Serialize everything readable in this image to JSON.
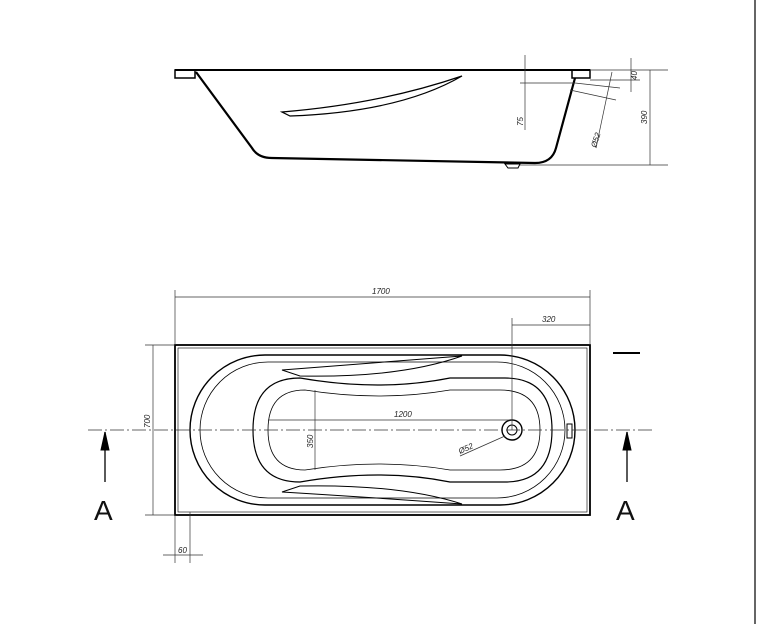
{
  "side_view": {
    "dimensions": {
      "rim_height": "40",
      "overflow_depth": "75",
      "total_height": "390",
      "overflow_diameter": "Ø52"
    }
  },
  "plan_view": {
    "dimensions": {
      "length": "1700",
      "drain_offset": "320",
      "width": "700",
      "inner_length": "1200",
      "inner_width": "350",
      "drain_diameter": "Ø52",
      "rim_width": "60"
    },
    "section_labels": [
      "A",
      "A"
    ]
  }
}
